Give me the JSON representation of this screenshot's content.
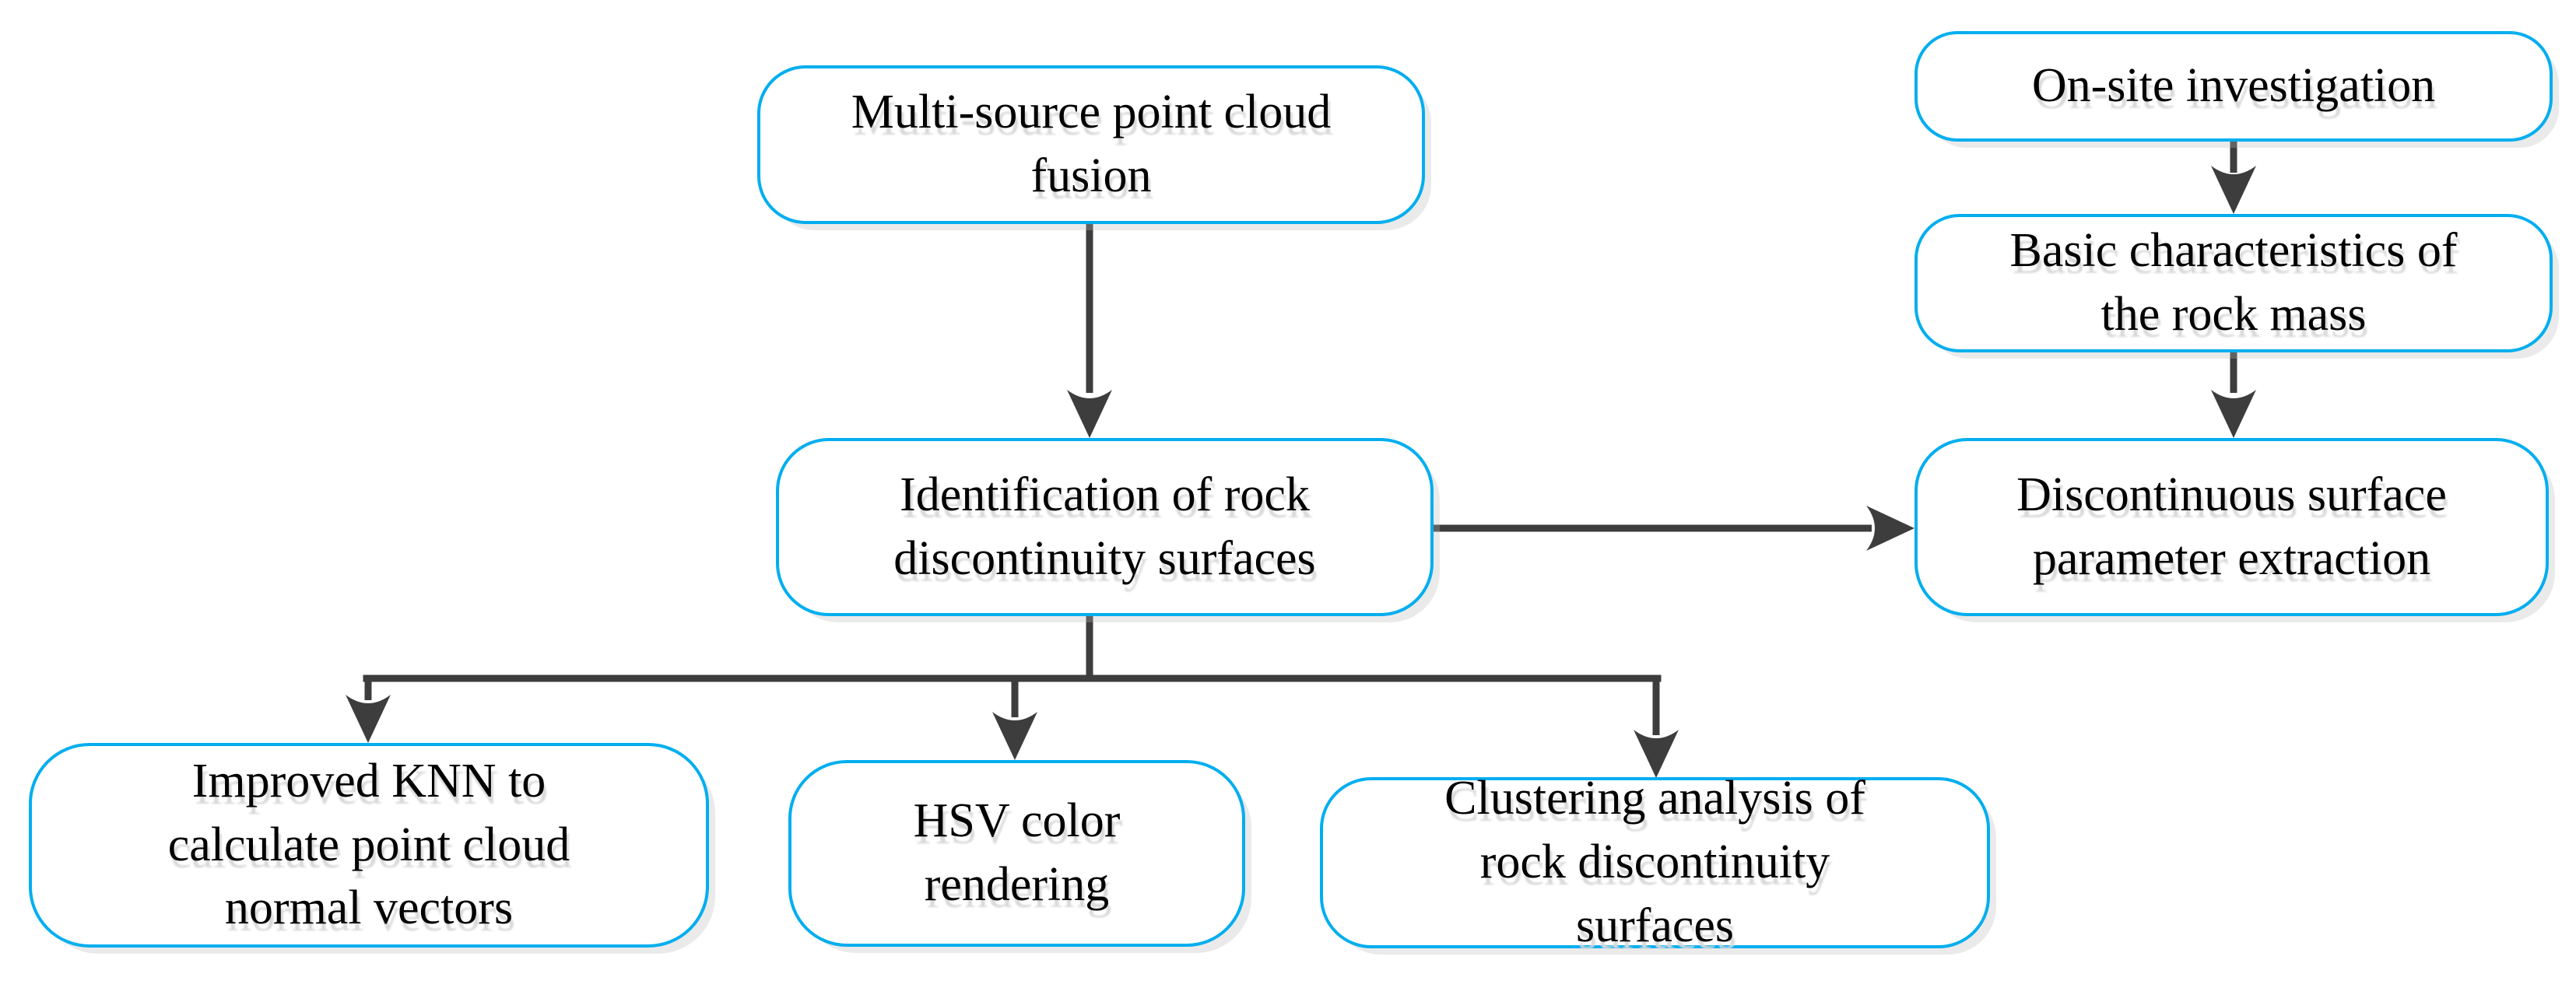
{
  "diagram": {
    "colors": {
      "node_border": "#00AEEF",
      "node_fill": "#ffffff",
      "arrow": "#3d3d3d",
      "text": "#000000",
      "text_shadow": "#d9d9d9",
      "background": "#ffffff"
    },
    "nodes": {
      "multi_source": {
        "label": "Multi-source point cloud\nfusion"
      },
      "onsite": {
        "label": "On-site investigation"
      },
      "basic": {
        "label": "Basic characteristics of\nthe rock mass"
      },
      "identification": {
        "label": "Identification of rock\ndiscontinuity surfaces"
      },
      "extraction": {
        "label": "Discontinuous surface\nparameter extraction"
      },
      "knn": {
        "label": "Improved KNN to\ncalculate point cloud\nnormal vectors"
      },
      "hsv": {
        "label": "HSV color\nrendering"
      },
      "clustering": {
        "label": "Clustering analysis of\nrock discontinuity\nsurfaces"
      }
    },
    "edges": [
      {
        "from": "multi_source",
        "to": "identification"
      },
      {
        "from": "onsite",
        "to": "basic"
      },
      {
        "from": "basic",
        "to": "extraction"
      },
      {
        "from": "identification",
        "to": "extraction"
      },
      {
        "from": "identification",
        "to": "knn"
      },
      {
        "from": "identification",
        "to": "hsv"
      },
      {
        "from": "identification",
        "to": "clustering"
      }
    ]
  }
}
